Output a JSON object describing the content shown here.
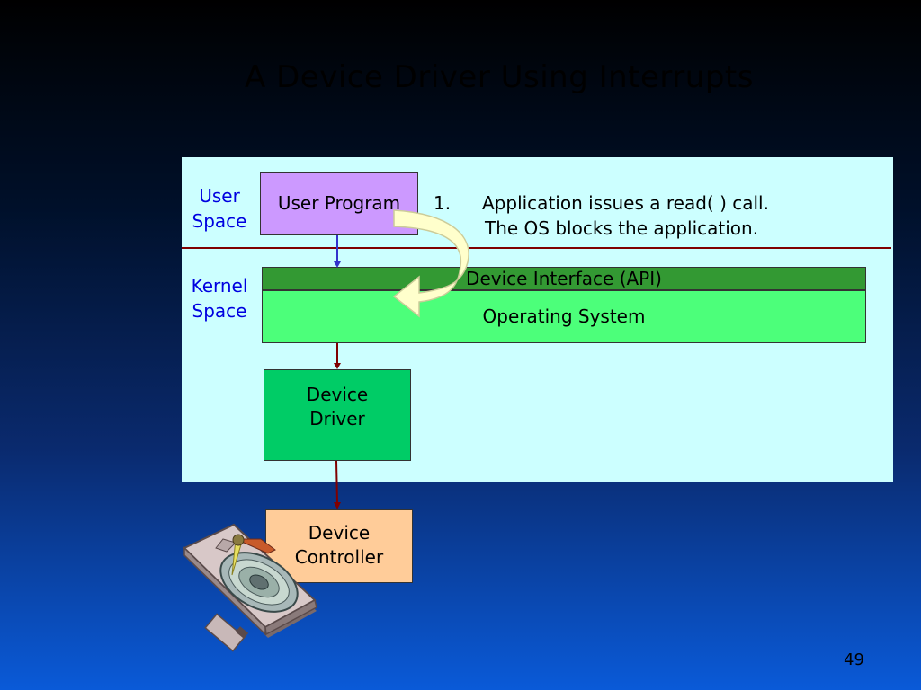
{
  "slide": {
    "title": "A Device Driver Using Interrupts",
    "page_number": "49"
  },
  "regions": {
    "user_space_line1": "User",
    "user_space_line2": "Space",
    "kernel_space_line1": "Kernel",
    "kernel_space_line2": "Space"
  },
  "boxes": {
    "user_program": "User Program",
    "device_interface": "Device Interface (API)",
    "operating_system": "Operating System",
    "device_driver_line1": "Device",
    "device_driver_line2": "Driver",
    "device_controller_line1": "Device",
    "device_controller_line2": "Controller"
  },
  "steps": [
    {
      "number": "1.",
      "line1": "Application issues a read( ) call.",
      "line2": "The OS blocks the application."
    }
  ],
  "colors": {
    "panel": "#ccffff",
    "user_program": "#cc99ff",
    "api_bar": "#339933",
    "operating_system": "#4cff7a",
    "device_driver": "#00cc66",
    "device_controller": "#ffcc99",
    "region_label": "#0000e0",
    "divider": "#800000"
  }
}
